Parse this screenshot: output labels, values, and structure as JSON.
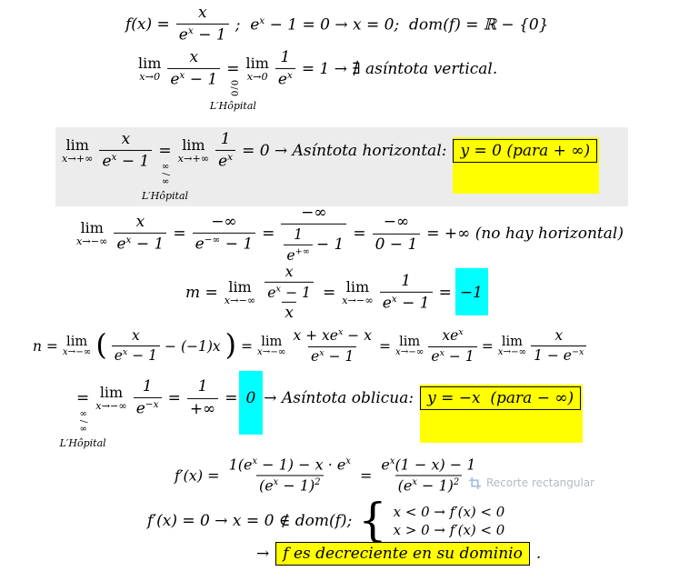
{
  "colors": {
    "yellow": "#ffff00",
    "cyan": "#00ffff",
    "band": "#ececec",
    "tooltip": "#b4bac3"
  },
  "line1": {
    "lhs": "f(x) =",
    "frac_num": "x",
    "frac_den": "e^{x} − 1",
    "rest": ";  e^{x} − 1 = 0 → x = 0;  dom(f) = ℝ − {0}"
  },
  "line2": {
    "lim": "lim",
    "lim_sub": "x→0",
    "frac1_num": "x",
    "frac1_den": "e^{x} − 1",
    "eq": "=",
    "indet": "0/0",
    "lhopital": "L′Hôpital",
    "lim2": "lim",
    "lim2_sub": "x→0",
    "frac2_num": "1",
    "frac2_den": "e^{x}",
    "rest": "= 1 → ∄ asíntota vertical."
  },
  "line3": {
    "lim": "lim",
    "lim_sub": "x→+∞",
    "frac1_num": "x",
    "frac1_den": "e^{x} − 1",
    "eq": "=",
    "indet": "∞/∞",
    "lhopital": "L′Hôpital",
    "lim2": "lim",
    "lim2_sub": "x→+∞",
    "frac2_num": "1",
    "frac2_den": "e^{x}",
    "mid": "= 0 → Asíntota horizontal:",
    "box": "y = 0 (para + ∞)"
  },
  "line4": {
    "lim": "lim",
    "lim_sub": "x→−∞",
    "frac1_num": "x",
    "frac1_den": "e^{x} − 1",
    "eq1": "=",
    "frac2_num": "−∞",
    "frac2_den": "e^{−∞} − 1",
    "eq2": "=",
    "frac3_num": "−∞",
    "frac3_inner_num": "1",
    "frac3_inner_den": "e^{+∞}",
    "frac3_den_rest": "− 1",
    "eq3": "=",
    "frac4_num": "−∞",
    "frac4_den": "0 − 1",
    "rest": "= +∞ (no hay horizontal)"
  },
  "line5": {
    "lhs": "m =",
    "lim": "lim",
    "lim_sub": "x→−∞",
    "outer_num_num": "x",
    "outer_num_den": "e^{x} − 1",
    "outer_den": "x",
    "eq1": "=",
    "lim2": "lim",
    "lim2_sub": "x→−∞",
    "frac2_num": "1",
    "frac2_den": "e^{x} − 1",
    "eq2": "=",
    "result": "−1"
  },
  "line6": {
    "lhs": "n =",
    "lim": "lim",
    "lim_sub": "x→−∞",
    "paren_open": "(",
    "frac1_num": "x",
    "frac1_den": "e^{x} − 1",
    "minus_term": "− (−1)x",
    "paren_close": ")",
    "eq1": "=",
    "lim2": "lim",
    "lim2_sub": "x→−∞",
    "frac2_num": "x + xe^{x} − x",
    "frac2_den": "e^{x} − 1",
    "eq2": "=",
    "lim3": "lim",
    "lim3_sub": "x→−∞",
    "frac3_num": "xe^{x}",
    "frac3_den": "e^{x} − 1",
    "eq3": "=",
    "lim4": "lim",
    "lim4_sub": "x→−∞",
    "frac4_num": "x",
    "frac4_den": "1 − e^{−x}"
  },
  "line7": {
    "eq": "=",
    "indet": "∞/∞",
    "lhopital": "L′Hôpital",
    "lim": "lim",
    "lim_sub": "x→−∞",
    "frac1_num": "1",
    "frac1_den": "e^{−x}",
    "eq2": "=",
    "frac2_num": "1",
    "frac2_den": "+∞",
    "eq3": "=",
    "zero": "0",
    "arrow_text": "→ Asíntota oblicua:",
    "box": "y = −x  (para − ∞)"
  },
  "line8": {
    "lhs": "f′(x) =",
    "frac1_num": "1(e^{x} − 1) − x · e^{x}",
    "frac1_den": "(e^{x} − 1)^{2}",
    "eq": "=",
    "frac2_num": "e^{x}(1 − x) − 1",
    "frac2_den": "(e^{x} − 1)^{2}"
  },
  "tooltip": {
    "label": "Recorte rectangular",
    "icon": "crop-icon"
  },
  "line9": {
    "lhs": "f′(x) = 0 → x = 0 ∉ dom(f);",
    "brace": "{",
    "case1": "x < 0 → f′(x) < 0",
    "case2": "x > 0 → f′(x) < 0"
  },
  "line10": {
    "arrow": "→",
    "box": "f es decreciente en su dominio",
    "period": "."
  }
}
